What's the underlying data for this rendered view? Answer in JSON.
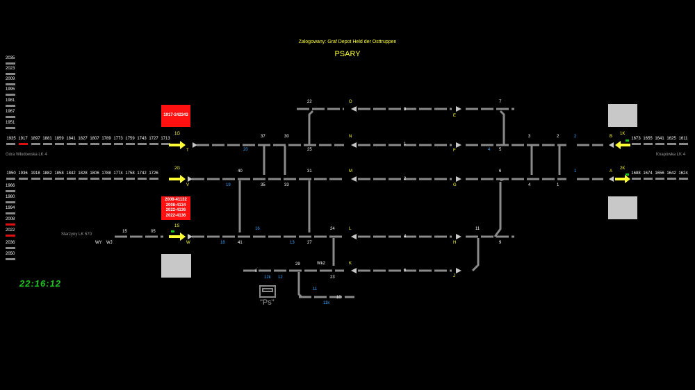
{
  "header": {
    "login": "Zalogowany: Graf Depot Held der Osttruppen",
    "station": "PSARY"
  },
  "clock": "22:16:12",
  "left_column": [
    "2035",
    "2023",
    "2009",
    "1995",
    "1981",
    "1967",
    "1951",
    "1935",
    "1917",
    "1966",
    "1980",
    "1994",
    "2008",
    "2022",
    "2036",
    "2050"
  ],
  "top_train_row": [
    "1935",
    "1917",
    "1897",
    "1881",
    "1859",
    "1841",
    "1827",
    "1807",
    "1789",
    "1773",
    "1759",
    "1743",
    "1727",
    "1713"
  ],
  "mid_train_row": [
    "1950",
    "1936",
    "1918",
    "1882",
    "1858",
    "1842",
    "1828",
    "1806",
    "1788",
    "1774",
    "1758",
    "1742",
    "1726"
  ],
  "right_top_row": [
    "1673",
    "1655",
    "1641",
    "1625",
    "1611"
  ],
  "right_mid_row": [
    "1688",
    "1674",
    "1656",
    "1642",
    "1624"
  ],
  "side_labels": {
    "left_top": "Góra Włodowska LK 4",
    "right_top": "Knapówka LK 4",
    "left_low": "Starzyny LK 570"
  },
  "red_boxes": {
    "top": "1917-242343",
    "mid": [
      "2008-41132",
      "2008-4134",
      "2022-4136",
      "2022-4136"
    ]
  },
  "signals": {
    "T": "T",
    "V": "V",
    "W": "W",
    "O": "O",
    "N": "N",
    "M": "M",
    "L": "L",
    "K": "K",
    "E": "E",
    "F": "F",
    "G": "G",
    "H": "H",
    "J": "J",
    "B": "B",
    "A": "A",
    "1G": "1G",
    "2G": "2G",
    "1S": "1S",
    "1K": "1K",
    "2K": "2K",
    "WY": "WY",
    "WJ": "WJ",
    "Wk2": "Wk2"
  },
  "track_numbers": {
    "t3": "3",
    "t1": "1",
    "t2": "2",
    "t4": "4",
    "t6": "6"
  },
  "switch_numbers": {
    "s22": "22",
    "s7": "7",
    "s37": "37",
    "s30": "30",
    "s25": "25",
    "s3": "3",
    "s2": "2",
    "s5": "5",
    "s40": "40",
    "s31": "31",
    "s35": "35",
    "s33": "33",
    "s6": "6",
    "s4b": "4",
    "s1b": "1",
    "s24": "24",
    "s11": "11",
    "s41": "41",
    "s27": "27",
    "s9": "9",
    "s15": "15",
    "s05": "05",
    "s29": "29",
    "s8": "8",
    "s23": "23",
    "s10": "10"
  },
  "blue_numbers": {
    "b20": "20",
    "b4": "4",
    "b2": "2",
    "b19": "19",
    "b1": "1",
    "b16": "16",
    "b18": "18",
    "b13": "13",
    "b12k": "12k",
    "b12": "12",
    "b11": "11",
    "b11k": "11k"
  },
  "ps_label": "\"Ps\""
}
